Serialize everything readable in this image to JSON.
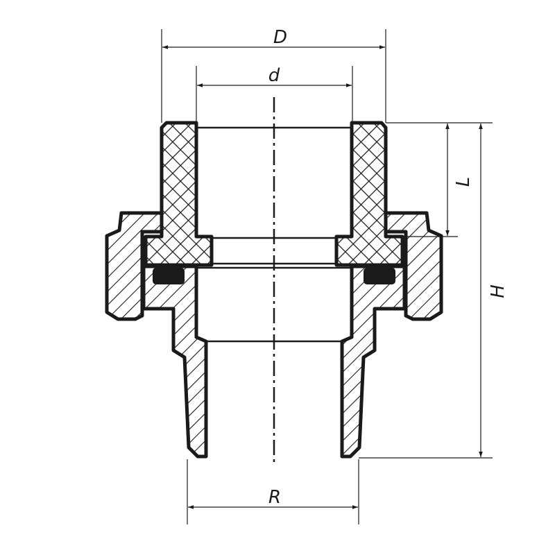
{
  "drawing": {
    "labels": {
      "outer_diameter": "D",
      "inner_diameter": "d",
      "thread": "R",
      "height": "H",
      "length": "L"
    },
    "colors": {
      "line": "#1a1a1a",
      "background": "#ffffff"
    }
  }
}
